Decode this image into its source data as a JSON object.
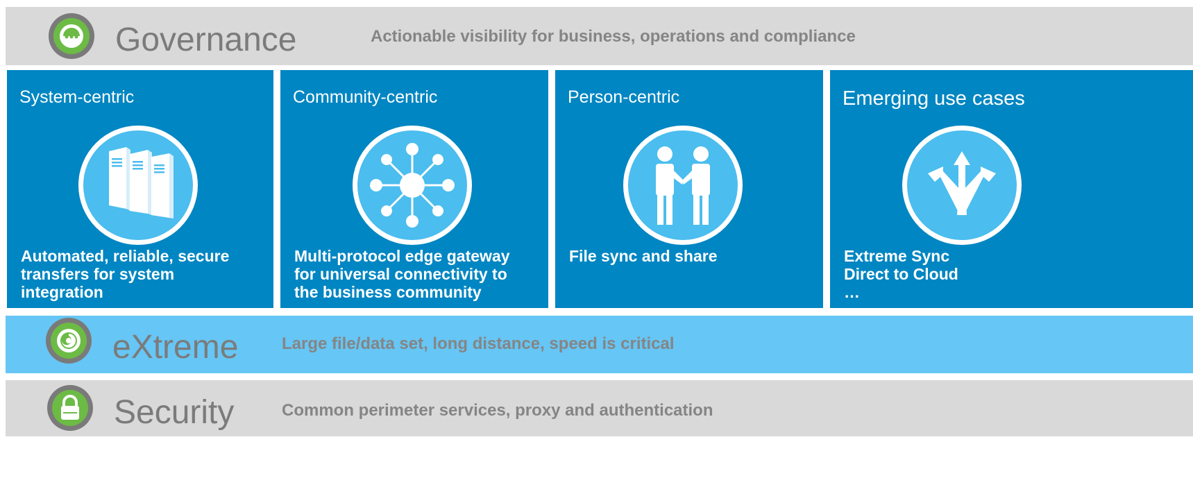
{
  "governance": {
    "title": "Governance",
    "description": "Actionable visibility for business, operations and compliance",
    "icon": "gauge-icon"
  },
  "cards": [
    {
      "title": "System-centric",
      "icon": "server-racks-icon",
      "lines": [
        "Automated, reliable, secure",
        "transfers for system",
        "integration"
      ]
    },
    {
      "title": "Community-centric",
      "icon": "hub-network-icon",
      "lines": [
        "Multi-protocol edge gateway",
        "for universal connectivity to",
        "the business community"
      ]
    },
    {
      "title": "Person-centric",
      "icon": "handshake-people-icon",
      "lines": [
        "File sync and share"
      ]
    },
    {
      "title": "Emerging use cases",
      "icon": "diverging-arrows-icon",
      "lines": [
        "Extreme Sync",
        "Direct to Cloud",
        "…"
      ]
    }
  ],
  "extreme": {
    "title": "eXtreme",
    "description": "Large file/data set, long distance, speed is critical",
    "icon": "spiral-icon"
  },
  "security": {
    "title": "Security",
    "description": "Common perimeter services, proxy and authentication",
    "icon": "padlock-icon"
  },
  "colors": {
    "card_blue": "#0086c2",
    "icon_blue": "#4bbdee",
    "extreme_band": "#66c6f5",
    "gray_band": "#d9d9d9",
    "green_badge": "#6cbb45",
    "gray_text": "#7b7b7b"
  }
}
